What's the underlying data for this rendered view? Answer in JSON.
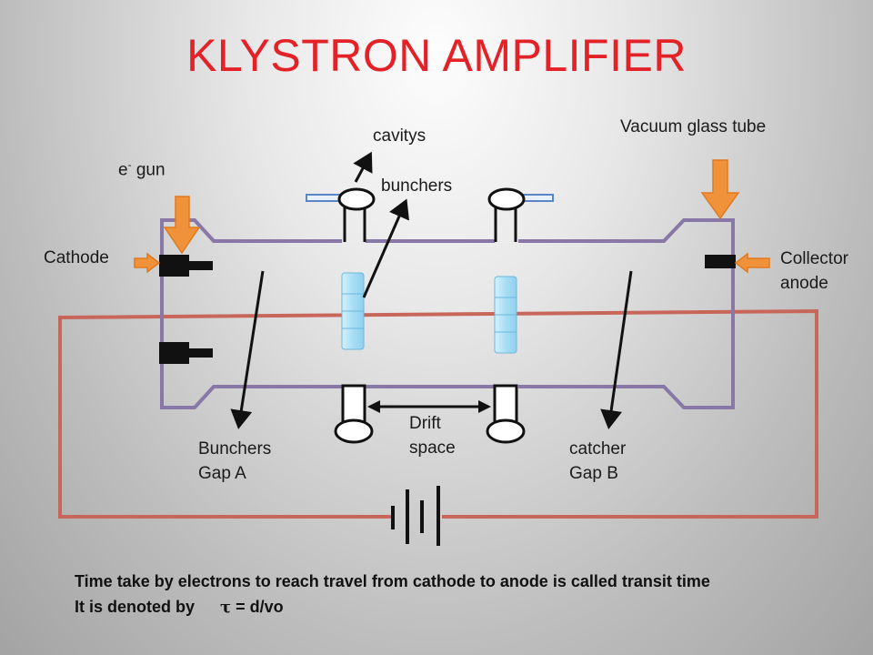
{
  "title": "KLYSTRON AMPLIFIER",
  "labels": {
    "cavitys": "cavitys",
    "vacuum_tube": "Vacuum glass tube",
    "egun_e": "e",
    "egun_sup": "-",
    "egun_word": " gun",
    "bunchers": "bunchers",
    "cathode": "Cathode",
    "collector_line1": "Collector",
    "collector_line2": "anode",
    "drift_line1": "Drift",
    "drift_line2": "space",
    "bunchers_gap_line1": "Bunchers",
    "bunchers_gap_line2": "Gap A",
    "catcher_line1": "catcher",
    "catcher_line2": "Gap B"
  },
  "notes": {
    "line1": "Time take by electrons to reach travel from cathode to anode  is called transit time",
    "line2_prefix": "It is denoted by",
    "line2_symbol": "τ",
    "line2_formula": " = d/vo"
  },
  "colors": {
    "tube": "#8878a8",
    "circuit": "#c8665a",
    "arrow_orange": "#f0923a",
    "title": "#e32228",
    "beam_blue": "#a8def5"
  }
}
